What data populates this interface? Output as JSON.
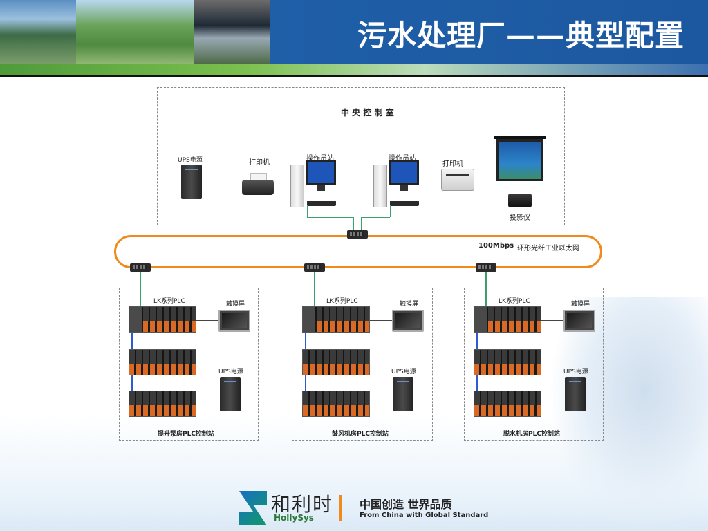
{
  "header": {
    "title": "污水处理厂——典型配置"
  },
  "control_room": {
    "title": "中 央 控 制 室",
    "ups_label": "UPS电源",
    "printer_left_label": "打印机",
    "station_left_label": "操作员站",
    "station_right_label": "操作员站",
    "printer_right_label": "打印机",
    "projector_label": "投影仪"
  },
  "network": {
    "speed": "100Mbps",
    "description": "环形光纤工业以太网"
  },
  "stations": [
    {
      "plc_label": "LK系列PLC",
      "touch_label": "触摸屏",
      "ups_label": "UPS电源",
      "name": "提升泵房PLC控制站"
    },
    {
      "plc_label": "LK系列PLC",
      "touch_label": "触摸屏",
      "ups_label": "UPS电源",
      "name": "鼓风机房PLC控制站"
    },
    {
      "plc_label": "LK系列PLC",
      "touch_label": "触摸屏",
      "ups_label": "UPS电源",
      "name": "脱水机房PLC控制站"
    }
  ],
  "footer": {
    "logo_cn": "和利时",
    "logo_en": "HollySys",
    "slogan_cn": "中国创造 世界品质",
    "slogan_en": "From China with Global Standard"
  }
}
